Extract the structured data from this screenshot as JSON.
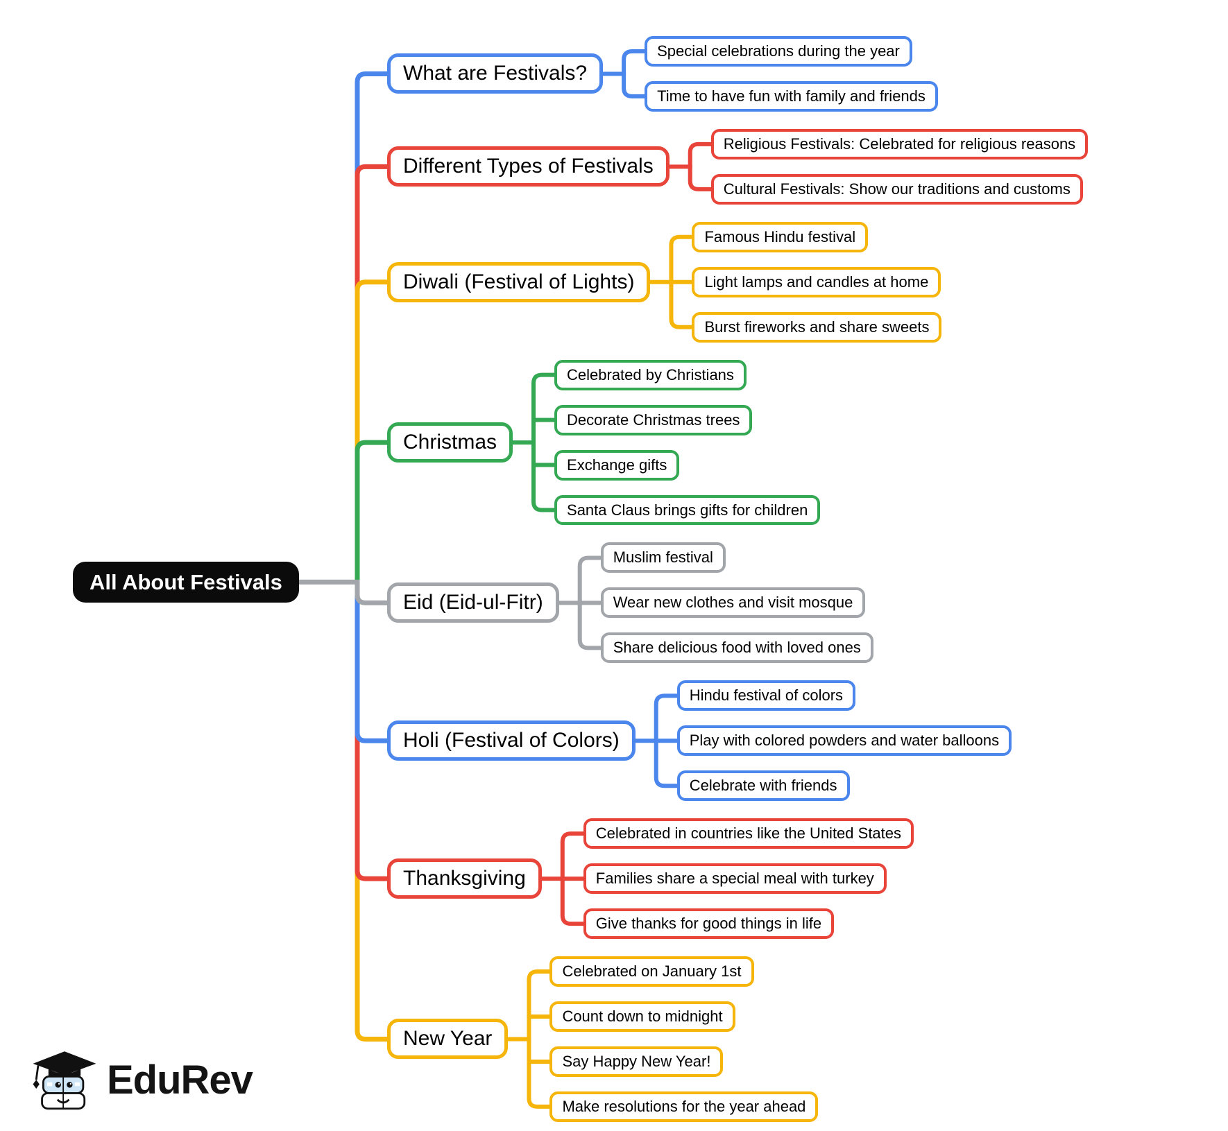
{
  "root": {
    "label": "All About Festivals"
  },
  "branches": [
    {
      "label": "What are Festivals?",
      "color": "#4A86EC",
      "children": [
        "Special celebrations during the year",
        "Time to have fun with family and friends"
      ]
    },
    {
      "label": "Different Types of Festivals",
      "color": "#E8443A",
      "children": [
        "Religious Festivals: Celebrated for religious reasons",
        "Cultural Festivals: Show our traditions and customs"
      ]
    },
    {
      "label": "Diwali (Festival of Lights)",
      "color": "#F5B50B",
      "children": [
        "Famous Hindu festival",
        "Light lamps and candles at home",
        "Burst fireworks and share sweets"
      ]
    },
    {
      "label": "Christmas",
      "color": "#34A853",
      "children": [
        "Celebrated by Christians",
        "Decorate Christmas trees",
        "Exchange gifts",
        "Santa Claus brings gifts for children"
      ]
    },
    {
      "label": "Eid (Eid-ul-Fitr)",
      "color": "#A2A6AB",
      "children": [
        "Muslim festival",
        "Wear new clothes and visit mosque",
        "Share delicious food with loved ones"
      ]
    },
    {
      "label": "Holi (Festival of Colors)",
      "color": "#4A86EC",
      "children": [
        "Hindu festival of colors",
        "Play with colored powders and water balloons",
        "Celebrate with friends"
      ]
    },
    {
      "label": "Thanksgiving",
      "color": "#E8443A",
      "children": [
        "Celebrated in countries like the United States",
        "Families share a special meal with turkey",
        "Give thanks for good things in life"
      ]
    },
    {
      "label": "New Year",
      "color": "#F5B50B",
      "children": [
        "Celebrated on January 1st",
        "Count down to midnight",
        "Say Happy New Year!",
        "Make resolutions for the year ahead"
      ]
    }
  ],
  "colors": {
    "root_background": "#0b0b0b",
    "root_text": "#ffffff",
    "node_text": "#000000",
    "root_connector_gray": "#A2A6AB"
  },
  "logo": {
    "text": "EduRev",
    "mascot": "graduate-books-mascot"
  }
}
